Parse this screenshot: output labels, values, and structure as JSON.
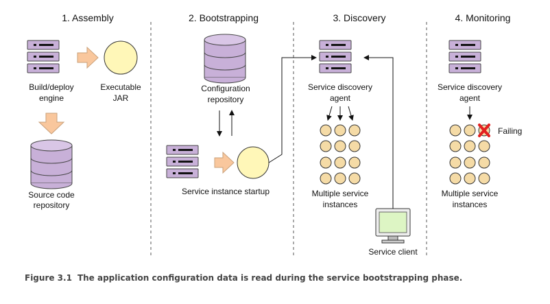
{
  "stages": [
    {
      "title": "1. Assembly"
    },
    {
      "title": "2. Bootstrapping"
    },
    {
      "title": "3. Discovery"
    },
    {
      "title": "4. Monitoring"
    }
  ],
  "labels": {
    "build_engine": [
      "Build/deploy",
      "engine"
    ],
    "executable_jar": [
      "Executable",
      "JAR"
    ],
    "source_repo": [
      "Source code",
      "repository"
    ],
    "config_repo": [
      "Configuration",
      "repository"
    ],
    "instance_startup": "Service instance startup",
    "discovery_agent": [
      "Service discovery",
      "agent"
    ],
    "multiple_instances": [
      "Multiple service",
      "instances"
    ],
    "service_client": "Service client",
    "monitor_agent": [
      "Service discovery",
      "agent"
    ],
    "failing": "Failing",
    "monitor_instances": [
      "Multiple service",
      "instances"
    ]
  },
  "caption": {
    "figure": "Figure 3.1",
    "text": "The application configuration data is read during the service bootstrapping phase."
  },
  "colors": {
    "server": "#c8b0d8",
    "server_bar": "#111111",
    "database": "#c8b0d8",
    "jar_circle": "#fff7b8",
    "instance_circle": "#f5dba6",
    "process_arrow": "#f9c79d",
    "failing_x": "#e32020",
    "monitor_screen": "#ddf5c4",
    "divider": "#555555"
  }
}
